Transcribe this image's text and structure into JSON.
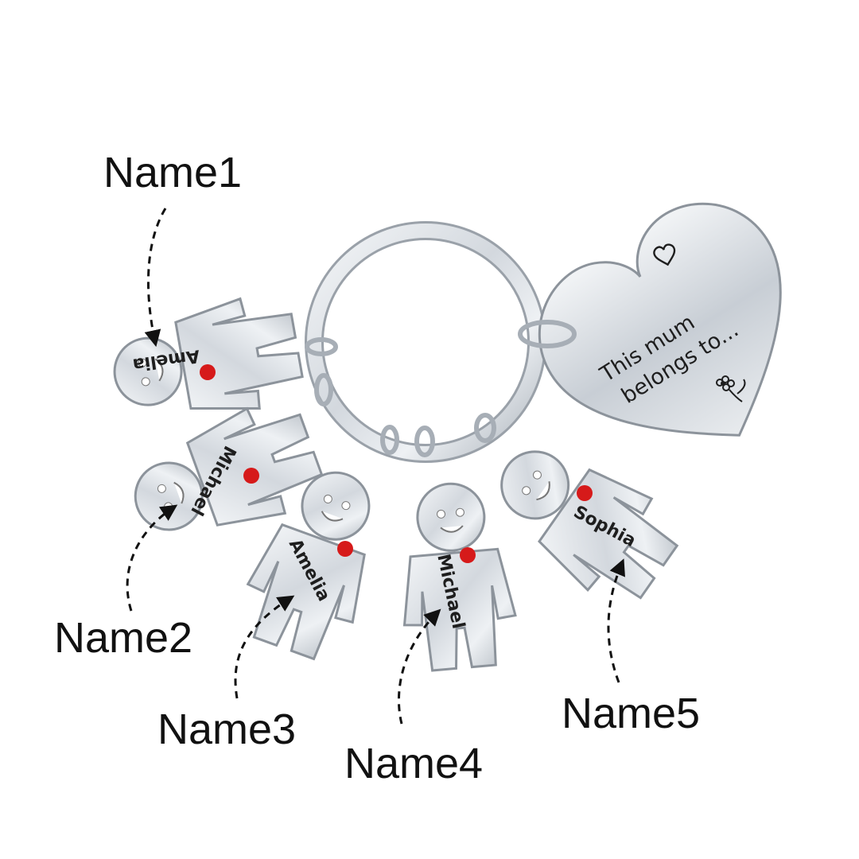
{
  "callouts": [
    {
      "label": "Name1"
    },
    {
      "label": "Name2"
    },
    {
      "label": "Name3"
    },
    {
      "label": "Name4"
    },
    {
      "label": "Name5"
    }
  ],
  "charms": [
    {
      "name": "Amelia"
    },
    {
      "name": "Michael"
    },
    {
      "name": "Amelia"
    },
    {
      "name": "Michael"
    },
    {
      "name": "Sophia"
    }
  ],
  "heart_tag": {
    "line1": "This mum",
    "line2": "belongs to..."
  },
  "colors": {
    "metal": "#d9dde2",
    "metal_dark": "#8c939b",
    "heart_accent": "#d61a1a",
    "text": "#111111"
  }
}
